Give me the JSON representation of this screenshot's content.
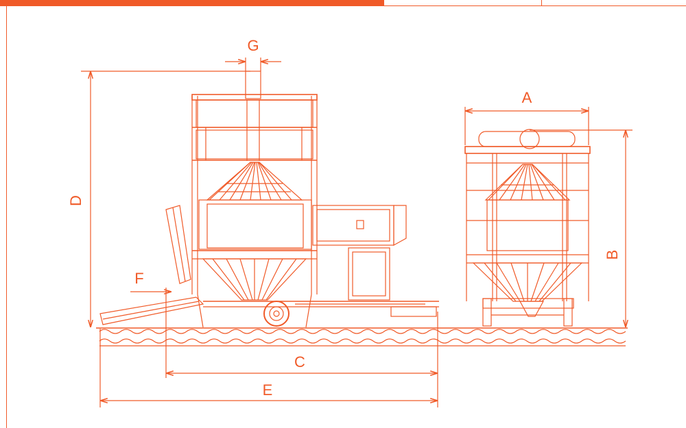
{
  "colors": {
    "accent": "#f05a28",
    "background": "#ffffff"
  },
  "labels": {
    "A": "A",
    "B": "B",
    "C": "C",
    "D": "D",
    "E": "E",
    "F": "F",
    "G": "G"
  }
}
